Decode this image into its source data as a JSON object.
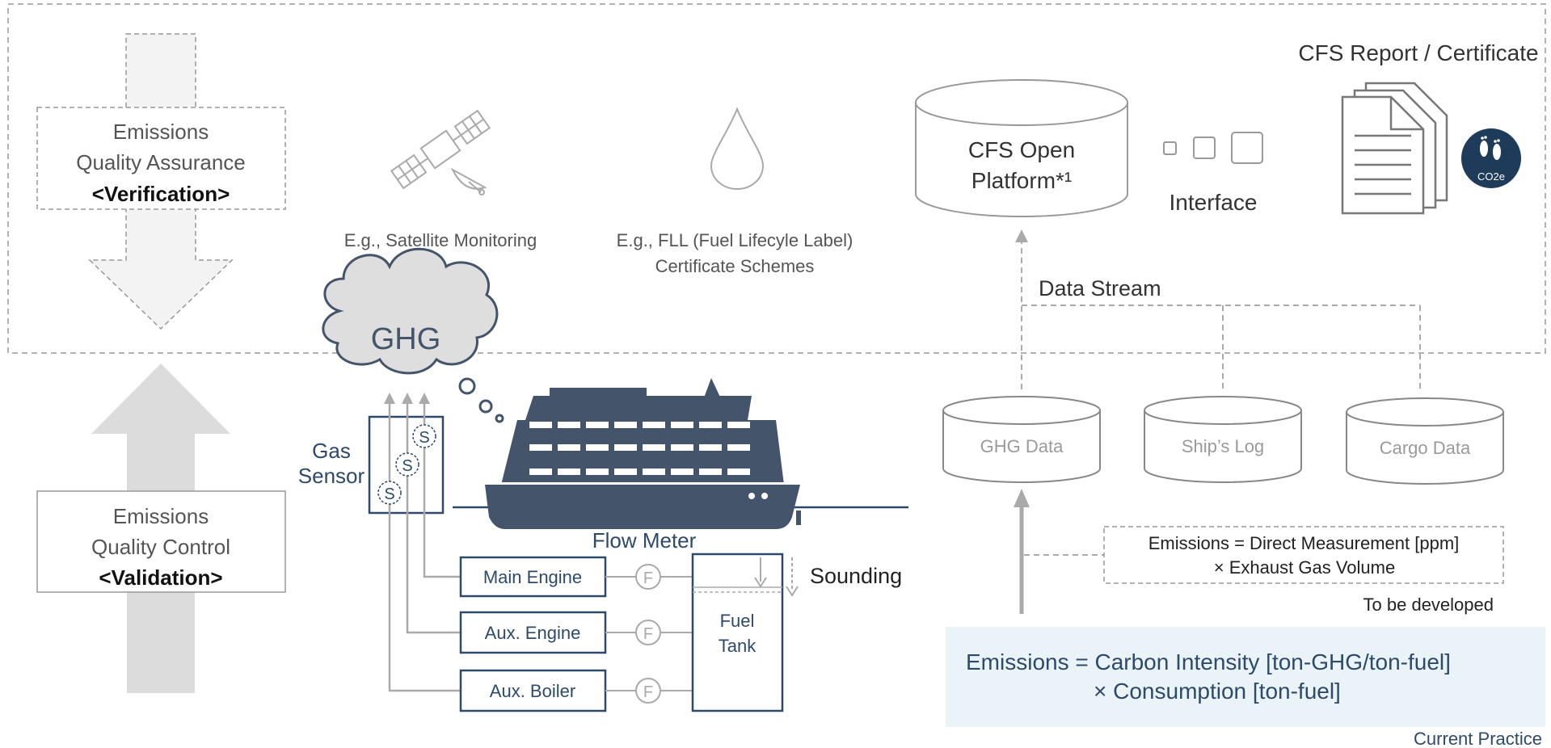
{
  "qa": {
    "line1": "Emissions",
    "line2": "Quality Assurance",
    "line3": "<Verification>"
  },
  "qc": {
    "line1": "Emissions",
    "line2": "Quality Control",
    "line3": "<Validation>"
  },
  "satellite_caption": "E.g., Satellite Monitoring",
  "fll_caption": {
    "line1": "E.g., FLL (Fuel Lifecyle Label)",
    "line2": "Certificate Schemes"
  },
  "platform": {
    "line1": "CFS Open",
    "line2": "Platform*¹"
  },
  "interface_label": "Interface",
  "report_title": "CFS Report / Certificate",
  "co2_badge": "CO2e",
  "data_stream_label": "Data Stream",
  "ghg_cloud": "GHG",
  "gas_sensor": {
    "line1": "Gas",
    "line2": "Sensor"
  },
  "sensor_mark": "S",
  "flow_meter_label": "Flow Meter",
  "flow_mark": "F",
  "sounding_label": "Sounding",
  "engines": {
    "main": "Main Engine",
    "aux_engine": "Aux. Engine",
    "aux_boiler": "Aux. Boiler"
  },
  "fuel_tank": {
    "line1": "Fuel",
    "line2": "Tank"
  },
  "databases": {
    "ghg": "GHG  Data",
    "log": "Ship’s Log",
    "cargo": "Cargo Data"
  },
  "direct_formula": {
    "line1": "Emissions = Direct Measurement  [ppm]",
    "line2": "×  Exhaust Gas Volume"
  },
  "to_be_developed": "To be developed",
  "carbon_formula": {
    "line1": "Emissions = Carbon Intensity [ton-GHG/ton-fuel]",
    "line2": "×  Consumption [ton-fuel]"
  },
  "current_practice": "Current Practice",
  "colors": {
    "navy": "#2e4a6b",
    "ship": "#44546a",
    "formula_bg": "#eaf3f7",
    "dark_badge": "#1f3b5a"
  }
}
